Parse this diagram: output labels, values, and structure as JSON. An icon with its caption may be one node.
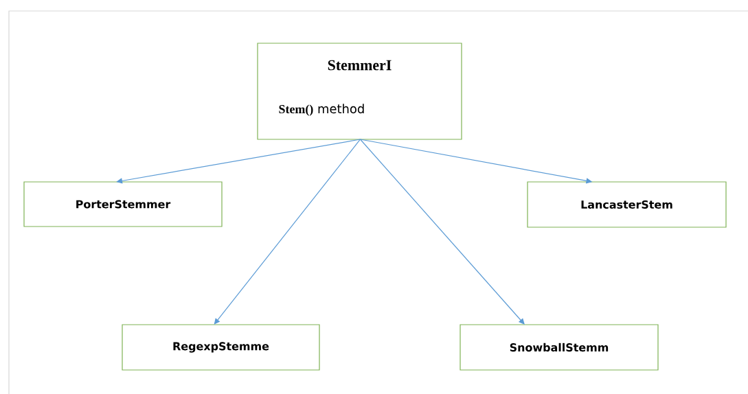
{
  "diagram": {
    "nodes": [
      {
        "text": [
          "StemmerI",
          "**Stem()** method"
        ]
      },
      {
        "text": [
          "PorterStemmer"
        ]
      },
      {
        "text": [
          "LancasterStem"
        ]
      },
      {
        "text": [
          "RegexpStemme"
        ]
      },
      {
        "text": [
          "SnowballStemm"
        ]
      }
    ],
    "edges": [
      {
        "from": 0,
        "to": 1,
        "arrow": "to"
      },
      {
        "from": 0,
        "to": 2,
        "arrow": "to"
      },
      {
        "from": 0,
        "to": 3,
        "arrow": "to"
      },
      {
        "from": 0,
        "to": 4,
        "arrow": "to"
      }
    ]
  }
}
